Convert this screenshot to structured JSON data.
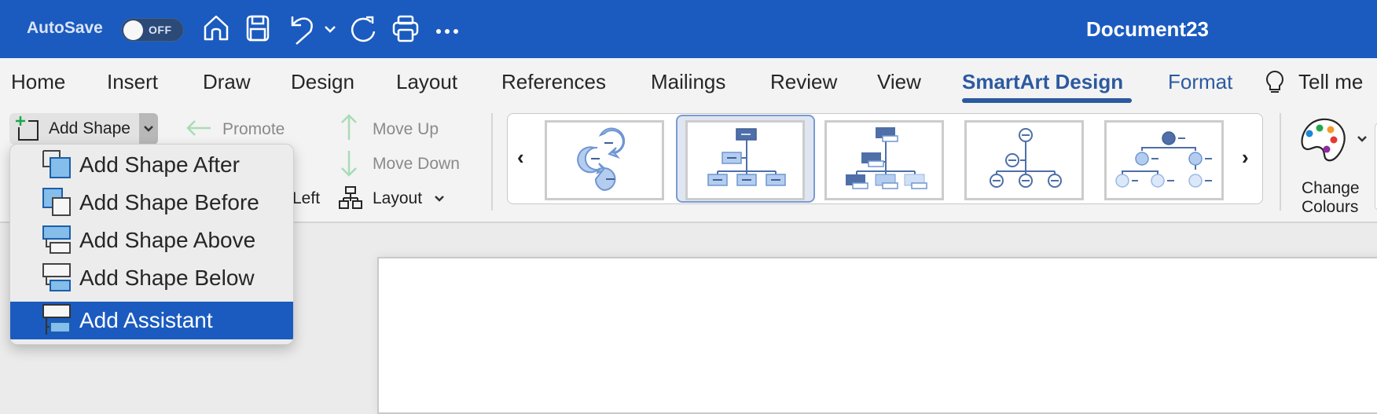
{
  "titlebar": {
    "autosave_label": "AutoSave",
    "autosave_state": "OFF",
    "document_title": "Document23",
    "icons": [
      "home-icon",
      "save-icon",
      "undo-icon",
      "undo-dropdown-icon",
      "redo-icon",
      "print-icon",
      "more-icon"
    ],
    "background": "#1b5bbf"
  },
  "tabs": [
    {
      "label": "Home"
    },
    {
      "label": "Insert"
    },
    {
      "label": "Draw"
    },
    {
      "label": "Design"
    },
    {
      "label": "Layout"
    },
    {
      "label": "References"
    },
    {
      "label": "Mailings"
    },
    {
      "label": "Review"
    },
    {
      "label": "View"
    },
    {
      "label": "SmartArt Design",
      "active": true
    },
    {
      "label": "Format"
    },
    {
      "label": "Tell me"
    }
  ],
  "ribbon": {
    "add_shape": "Add Shape",
    "promote": "Promote",
    "demote_partial": "Left",
    "move_up": "Move Up",
    "move_down": "Move Down",
    "layout": "Layout",
    "change_colours_line1": "Change",
    "change_colours_line2": "Colours",
    "gallery": {
      "prev": "‹",
      "next": "›",
      "items": [
        {
          "name": "cycle-layout"
        },
        {
          "name": "org-chart-layout",
          "selected": true
        },
        {
          "name": "name-and-title-org-chart-layout"
        },
        {
          "name": "circle-org-chart-layout"
        },
        {
          "name": "hierarchy-circles-layout"
        }
      ]
    }
  },
  "menu": {
    "items": [
      {
        "label": "Add Shape After"
      },
      {
        "label": "Add Shape Before"
      },
      {
        "label": "Add Shape Above"
      },
      {
        "label": "Add Shape Below"
      },
      {
        "label": "Add Assistant",
        "highlighted": true
      }
    ]
  },
  "colors": {
    "accent": "#1b5bbf",
    "active_tab": "#2c5aa0",
    "menu_highlight": "#1b5bbf",
    "disabled_arrow": "#a8dcb6"
  }
}
